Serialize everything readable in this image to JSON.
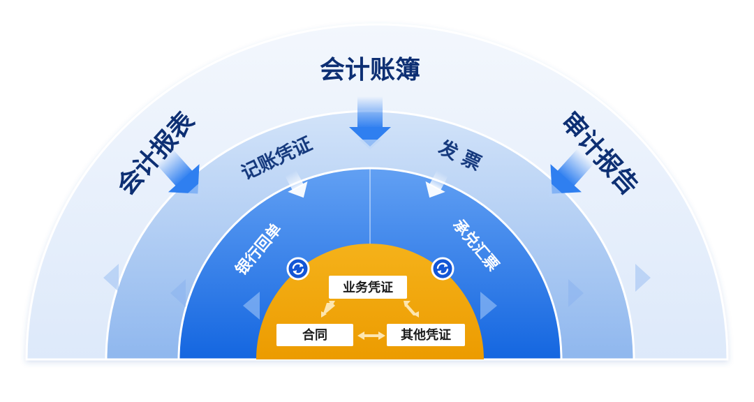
{
  "diagram": {
    "outer_ring": {
      "top": "会计账簿",
      "left": "会计报表",
      "right": "审计报告"
    },
    "middle_ring": {
      "left": "记账凭证",
      "right": "发 票"
    },
    "inner_ring": {
      "left": "银行回单",
      "right": "承兑汇票"
    },
    "core": {
      "top": "业务凭证",
      "bottom_left": "合同",
      "bottom_right": "其他凭证"
    },
    "icons": {
      "sync_left": "sync-icon",
      "sync_right": "sync-icon"
    },
    "colors": {
      "outer": "#e7f0fc",
      "middle": "#b3cff5",
      "inner": "#1f6fe6",
      "core": "#f0a500",
      "title_text": "#0d2f73"
    }
  }
}
